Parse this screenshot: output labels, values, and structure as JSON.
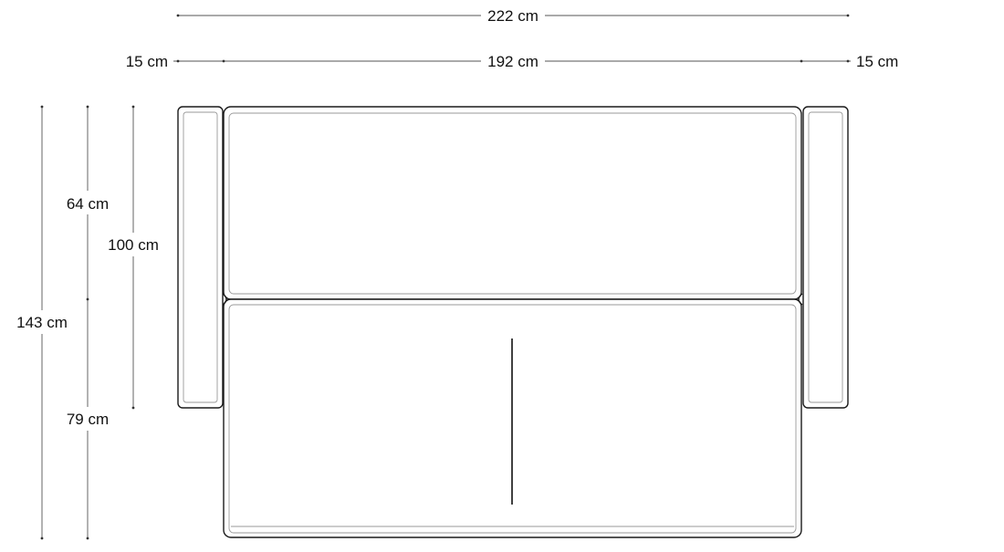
{
  "dimensions": {
    "overall_width": "222 cm",
    "left_armrest_width": "15 cm",
    "seat_width": "192 cm",
    "right_armrest_width": "15 cm",
    "backrest_depth": "64 cm",
    "frame_depth": "100 cm",
    "total_depth": "143 cm",
    "seat_depth": "79 cm"
  }
}
